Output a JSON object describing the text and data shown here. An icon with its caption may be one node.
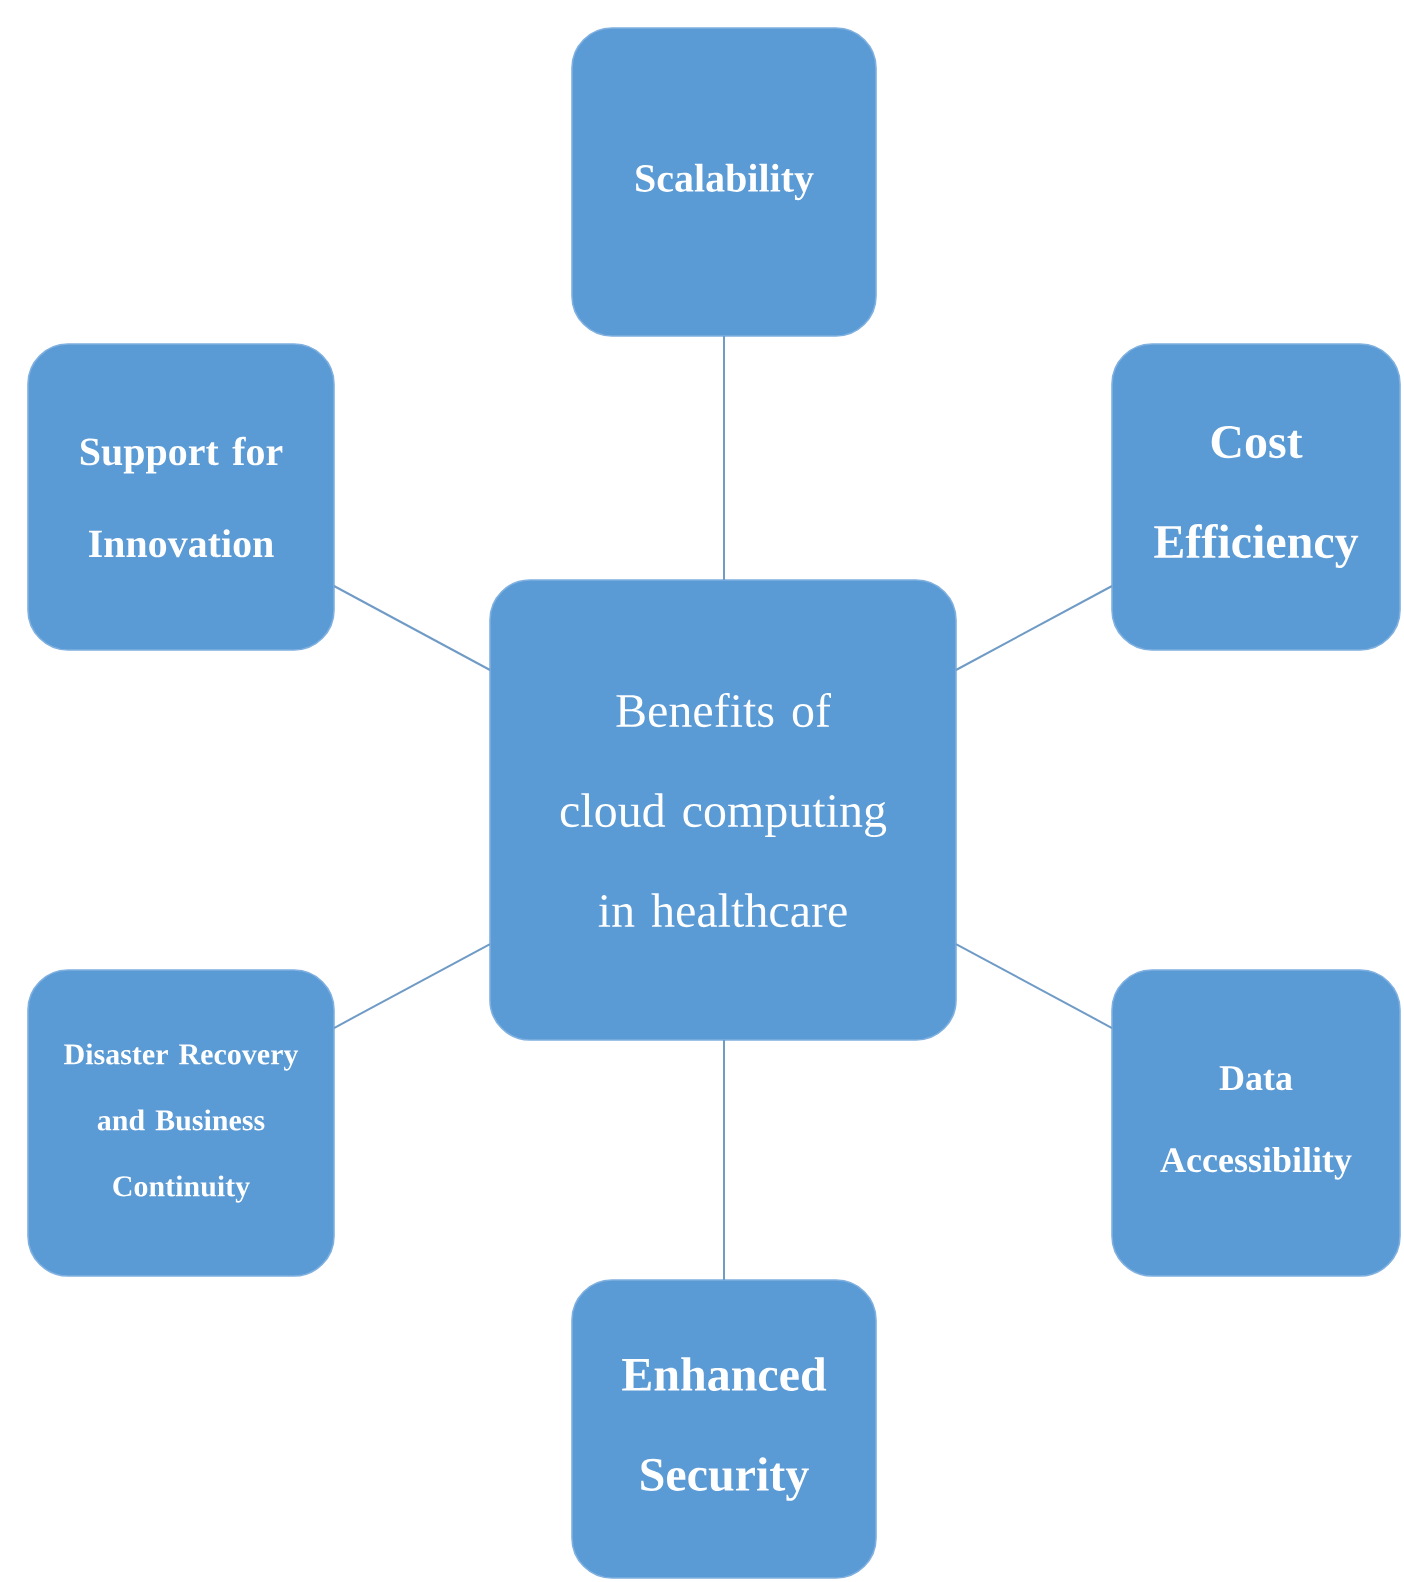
{
  "diagram": {
    "nodes": [
      {
        "text": [
          "Benefits of cloud computing in healthcare"
        ]
      },
      {
        "text": [
          "Scalability"
        ]
      },
      {
        "text": [
          "Cost Efficiency"
        ]
      },
      {
        "text": [
          "Data Accessibility"
        ]
      },
      {
        "text": [
          "Enhanced Security"
        ]
      },
      {
        "text": [
          "Disaster Recovery and Business Continuity"
        ]
      },
      {
        "text": [
          "Support for Innovation"
        ]
      }
    ],
    "edges": [
      {
        "from": 0,
        "to": 1,
        "arrow": "none"
      },
      {
        "from": 0,
        "to": 2,
        "arrow": "none"
      },
      {
        "from": 0,
        "to": 3,
        "arrow": "none"
      },
      {
        "from": 0,
        "to": 4,
        "arrow": "none"
      },
      {
        "from": 0,
        "to": 5,
        "arrow": "none"
      },
      {
        "from": 0,
        "to": 6,
        "arrow": "none"
      }
    ]
  }
}
